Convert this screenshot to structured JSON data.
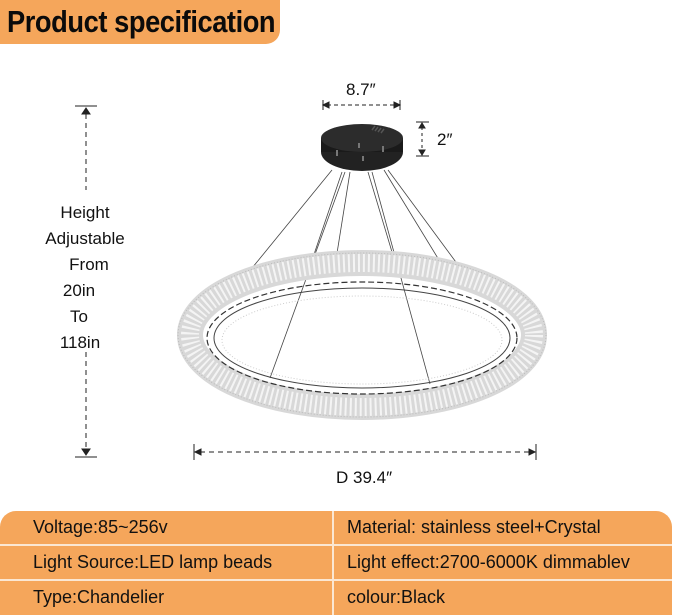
{
  "header": {
    "title": "Product specification"
  },
  "diagram": {
    "height_label": [
      "Height",
      "Adjustable",
      "From",
      "20in",
      "To",
      "118in"
    ],
    "canopy_width": "8.7″",
    "canopy_height": "2″",
    "ring_diameter": "D 39.4″"
  },
  "specs": {
    "rows": [
      {
        "left": "Voltage:85~256v",
        "right": "Material: stainless steel+Crystal"
      },
      {
        "left": "Light Source:LED lamp beads",
        "right": "Light effect:2700-6000K dimmablev"
      },
      {
        "left": "Type:Chandelier",
        "right": "colour:Black"
      }
    ]
  },
  "colors": {
    "accent_orange": "#f5a65b",
    "divider": "#fbe7d3",
    "canopy": "#1e1e1e"
  }
}
